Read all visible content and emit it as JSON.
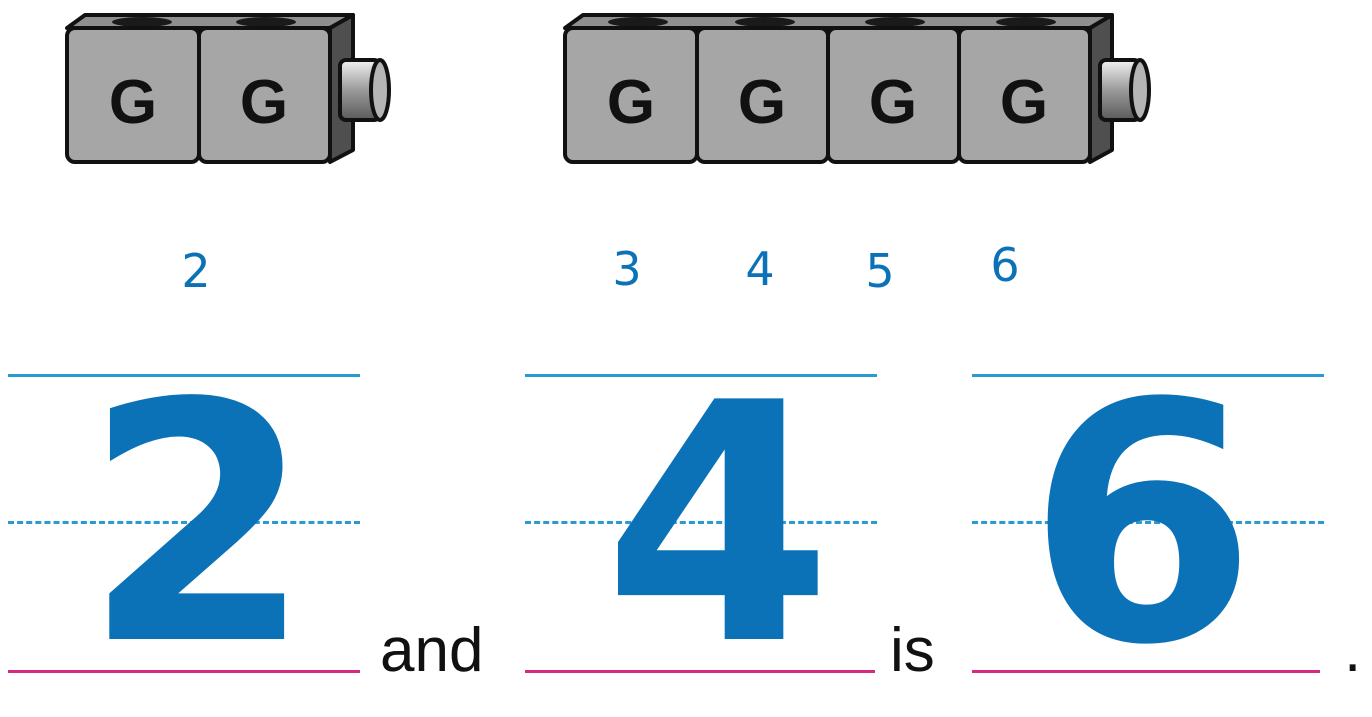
{
  "cube_letter": "G",
  "cube_groups": [
    {
      "count": 2
    },
    {
      "count": 4
    }
  ],
  "count_labels": [
    "2",
    "3",
    "4",
    "5",
    "6"
  ],
  "sentence": {
    "first_number": "2",
    "joiner_and": "and",
    "second_number": "4",
    "joiner_is": "is",
    "total": "6",
    "end_mark": "."
  },
  "colors": {
    "blue_text": "#0c72b8",
    "guide_line": "#2a9ad3",
    "base_line": "#d6297f",
    "cube_face": "#a6a6a6"
  }
}
